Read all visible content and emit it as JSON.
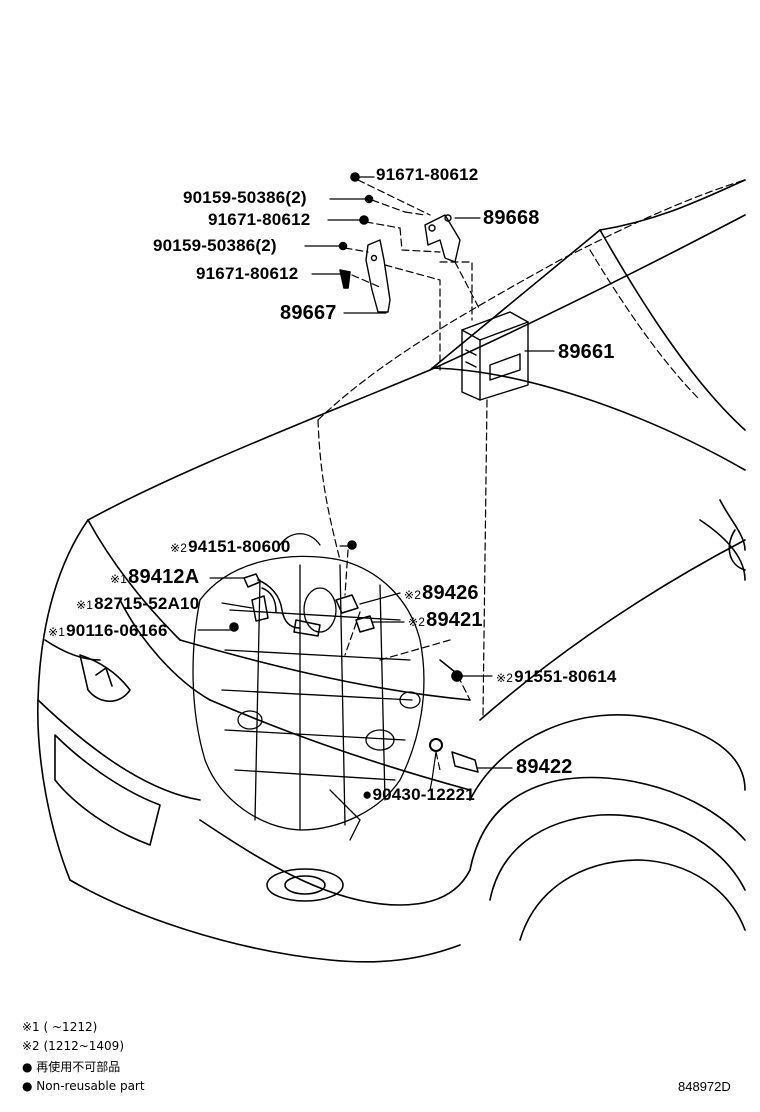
{
  "callouts": {
    "c01": "91671-80612",
    "c02": "90159-50386(2)",
    "c03": "91671-80612",
    "c04": "89668",
    "c05": "90159-50386(2)",
    "c06": "91671-80612",
    "c07": "89667",
    "c08": "89661",
    "c09": "94151-80600",
    "c10": "89412A",
    "c11": "89426",
    "c12": "82715-52A10",
    "c13": "89421",
    "c14": "90116-06166",
    "c15": "91551-80614",
    "c16": "89422",
    "c17": "90430-12221"
  },
  "marks": {
    "m1": "※1",
    "m2": "※2",
    "dot": "●"
  },
  "legend": {
    "note1": "※1 (      ~1212)",
    "note2": "※2 (1212~1409)",
    "nonreuse_jp": "● 再使用不可部品",
    "nonreuse_en": "● Non-reusable part"
  },
  "illustration_id": "848972D"
}
